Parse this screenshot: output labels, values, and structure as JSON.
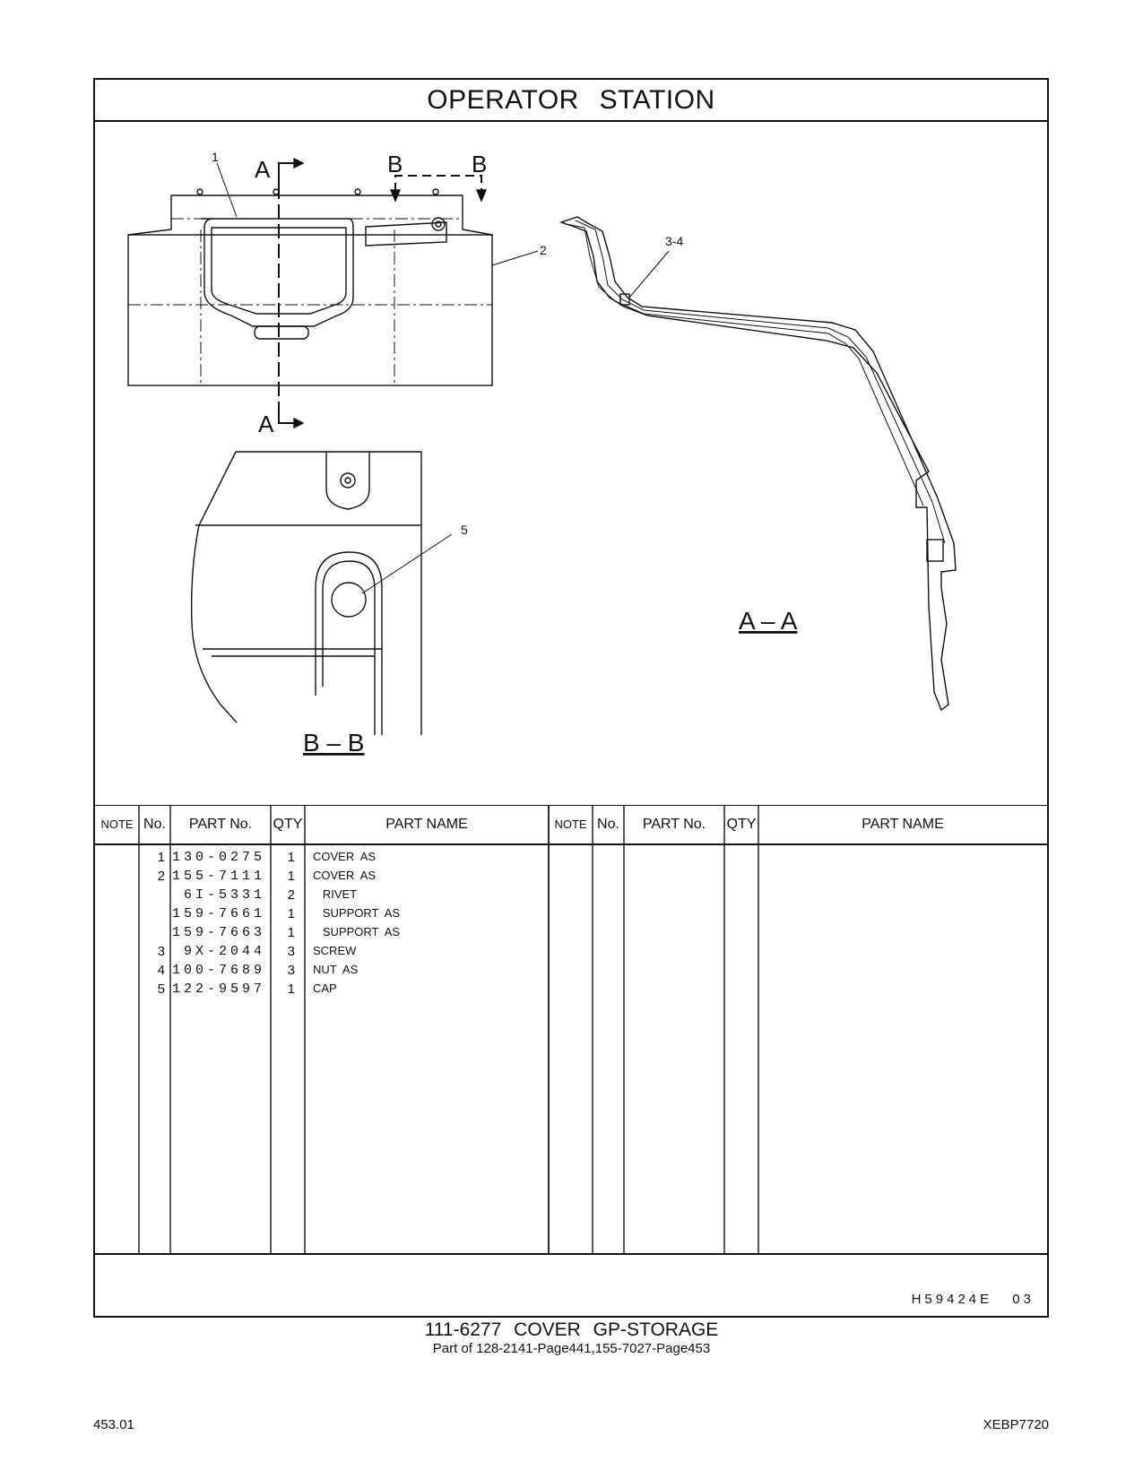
{
  "header": {
    "title": "OPERATOR   STATION"
  },
  "drawing": {
    "callouts": [
      "1",
      "2",
      "3-4",
      "5"
    ],
    "section_markers": [
      "A",
      "A",
      "B",
      "B"
    ],
    "views": [
      "A – A",
      "B – B"
    ]
  },
  "parts_table": {
    "columns": [
      "NOTE",
      "No.",
      "PART No.",
      "QTY",
      "PART NAME"
    ],
    "rows": [
      {
        "note": "",
        "no": "1",
        "part_no": "130-0275",
        "qty": "1",
        "name": "COVER  AS"
      },
      {
        "note": "",
        "no": "2",
        "part_no": "155-7111",
        "qty": "1",
        "name": "COVER  AS"
      },
      {
        "note": "",
        "no": "",
        "part_no": "6I-5331",
        "qty": "2",
        "name": "   RIVET"
      },
      {
        "note": "",
        "no": "",
        "part_no": "159-7661",
        "qty": "1",
        "name": "   SUPPORT  AS"
      },
      {
        "note": "",
        "no": "",
        "part_no": "159-7663",
        "qty": "1",
        "name": "   SUPPORT  AS"
      },
      {
        "note": "",
        "no": "3",
        "part_no": "9X-2044",
        "qty": "3",
        "name": "SCREW"
      },
      {
        "note": "",
        "no": "4",
        "part_no": "100-7689",
        "qty": "3",
        "name": "NUT  AS"
      },
      {
        "note": "",
        "no": "5",
        "part_no": "122-9597",
        "qty": "1",
        "name": "CAP"
      }
    ]
  },
  "drawing_code": "H59424E   03",
  "caption": {
    "title": "111-6277  COVER  GP-STORAGE",
    "subtitle": "Part of 128-2141-Page441,155-7027-Page453"
  },
  "footer": {
    "page": "453.01",
    "doc_id": "XEBP7720"
  }
}
